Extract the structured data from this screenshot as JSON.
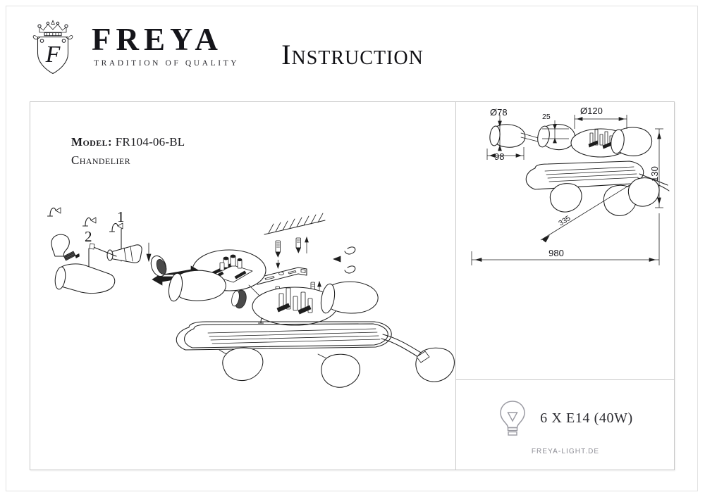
{
  "document": {
    "title": "Instruction",
    "website": "FREYA-LIGHT.DE"
  },
  "brand": {
    "name": "FREYA",
    "tagline": "TRADITION OF QUALITY",
    "logo_icon": "crest-shield-crown-f-monogram"
  },
  "product": {
    "model_label": "Model:",
    "model_value": "FR104-06-BL",
    "type": "Chandelier"
  },
  "assembly": {
    "callouts": [
      {
        "id": "1",
        "label": "1"
      },
      {
        "id": "2",
        "label": "2"
      }
    ],
    "parts_icons": [
      "ceiling-hatching",
      "wall-anchor",
      "screw",
      "mounting-bracket",
      "hook",
      "light-bulb",
      "lamp-socket",
      "retaining-ring",
      "glass-shade",
      "chandelier-body"
    ]
  },
  "dimensions": {
    "title": "dimension-drawing",
    "items": [
      {
        "name": "shade-diameter",
        "label": "Ø78"
      },
      {
        "name": "shade-height",
        "label": "98"
      },
      {
        "name": "ceiling-plate-offset",
        "label": "25"
      },
      {
        "name": "ceiling-plate-diameter",
        "label": "Ø120"
      },
      {
        "name": "overall-height",
        "label": "130"
      },
      {
        "name": "arm-spread",
        "label": "335"
      },
      {
        "name": "overall-width",
        "label": "980"
      }
    ]
  },
  "specification": {
    "bulb_icon": "light-bulb-icon",
    "lamp_text": "6 X E14 (40W)"
  },
  "colors": {
    "ink": "#1d1d1d",
    "frame_border": "#c8c8c8",
    "page_border": "#e2e2e2",
    "muted_text": "#8c8c94"
  }
}
